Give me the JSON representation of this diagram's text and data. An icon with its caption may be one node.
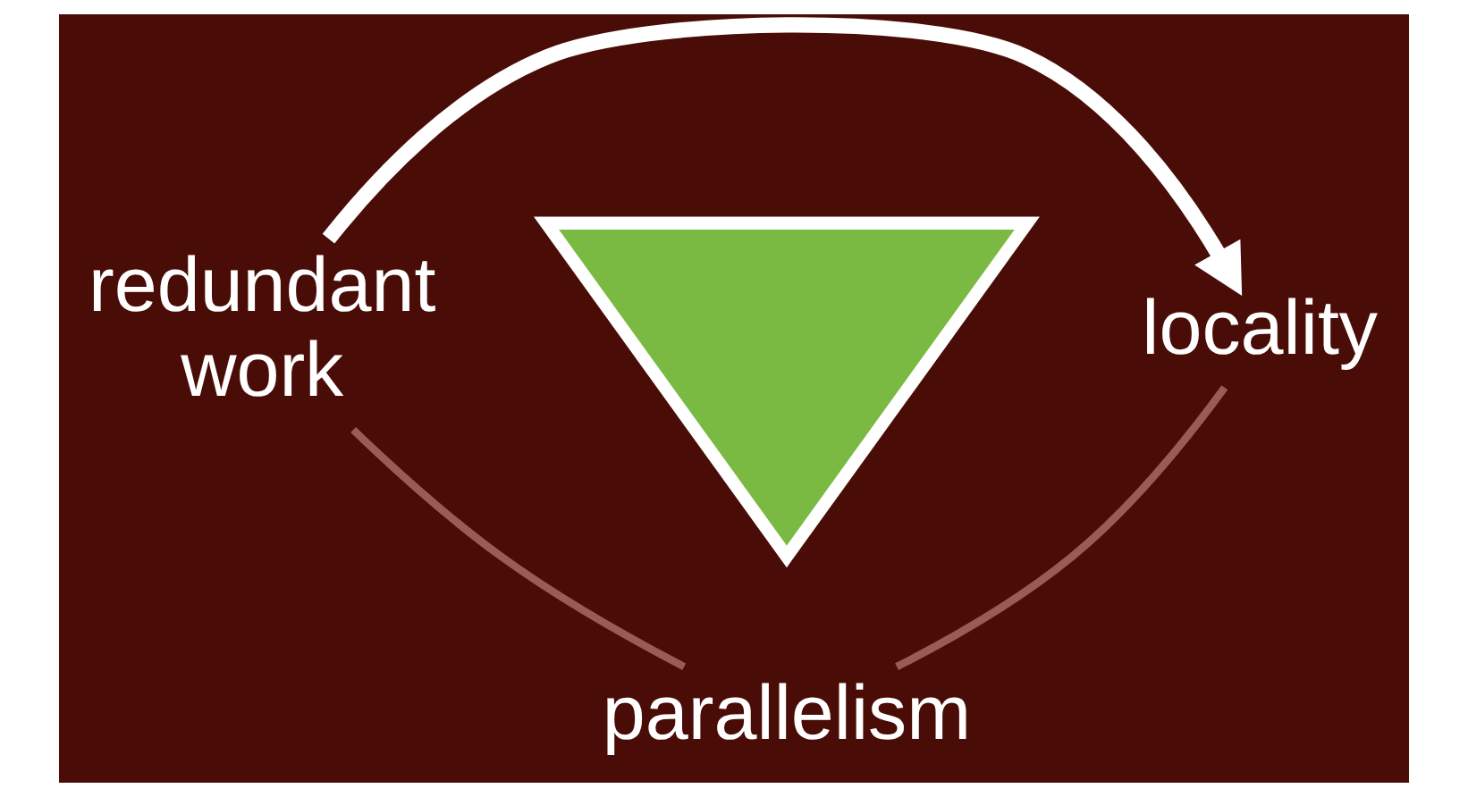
{
  "diagram": {
    "nodes": [
      {
        "text": [
          "redundant work"
        ]
      },
      {
        "text": [
          "locality"
        ]
      },
      {
        "text": [],
        "shape": "triangle"
      },
      {
        "text": [
          "parallelism"
        ]
      }
    ],
    "edges": [
      {
        "from": 0,
        "to": 1,
        "arrow": "to",
        "color": "#ffffff",
        "style": "thick"
      },
      {
        "from": 1,
        "to": 3,
        "arrow": "none"
      },
      {
        "from": 3,
        "to": 0,
        "arrow": "none"
      }
    ]
  }
}
